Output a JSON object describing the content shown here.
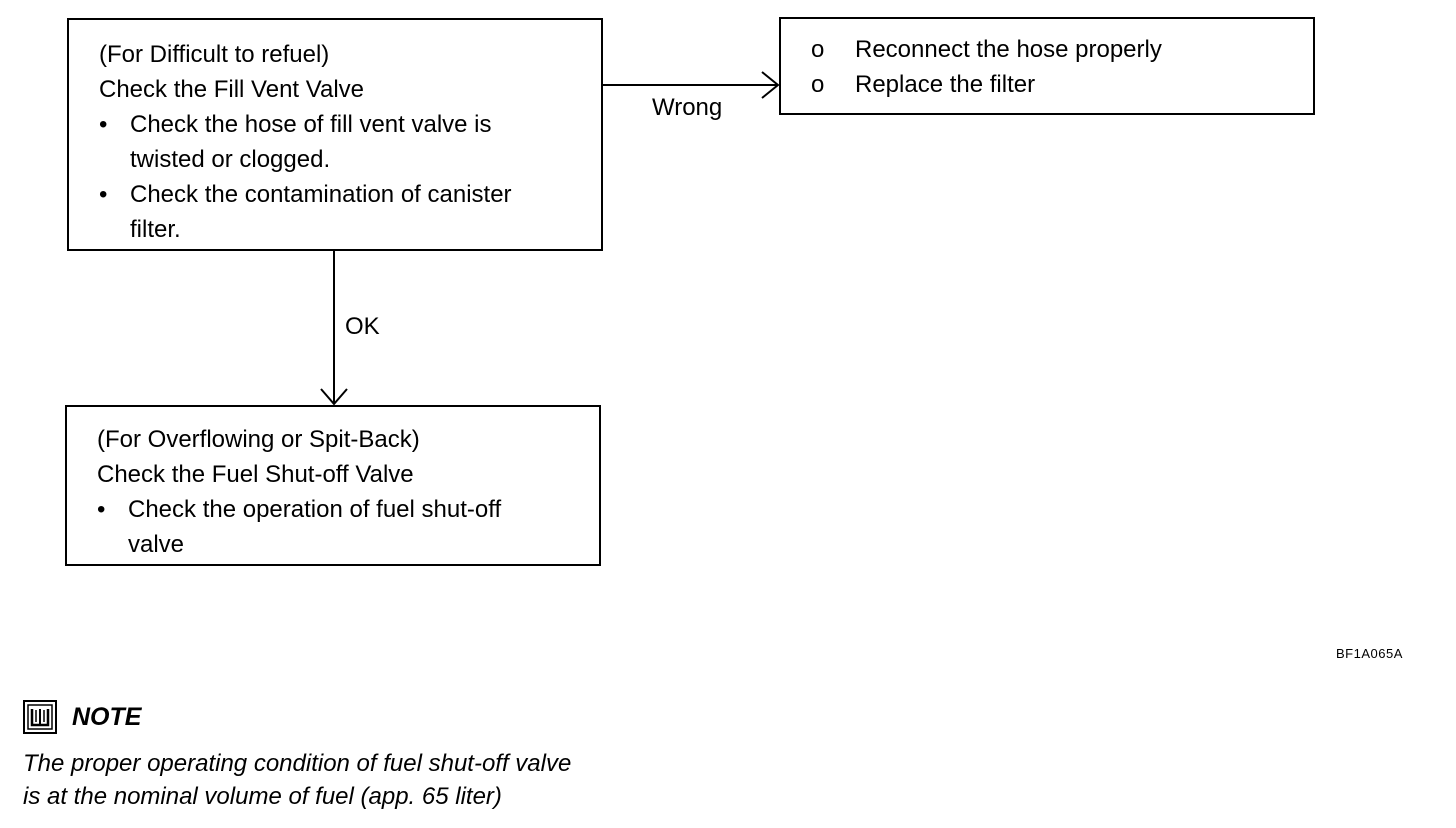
{
  "flowchart": {
    "fill_vent_box": {
      "condition": "(For Difficult to refuel)",
      "title": "Check the Fill Vent Valve",
      "items": [
        {
          "line1": "Check the hose of fill vent valve is",
          "line2": "twisted or clogged."
        },
        {
          "line1": "Check the contamination of canister",
          "line2": "filter."
        }
      ]
    },
    "remedy_box": {
      "items": [
        "Reconnect the hose properly",
        "Replace the filter"
      ],
      "marker": "o"
    },
    "fuel_shutoff_box": {
      "condition": "(For Overflowing or Spit-Back)",
      "title": "Check the Fuel Shut-off Valve",
      "items": [
        {
          "line1": "Check the operation of fuel shut-off",
          "line2": "valve"
        }
      ]
    },
    "bullet_symbol": "•",
    "edge_wrong_label": "Wrong",
    "edge_ok_label": "OK"
  },
  "figure_code": "BF1A065A",
  "note": {
    "icon": "note-book-icon",
    "title": "NOTE",
    "line1": "The proper operating condition of fuel shut-off valve",
    "line2": "is at the nominal volume of fuel (app. 65 liter)"
  }
}
